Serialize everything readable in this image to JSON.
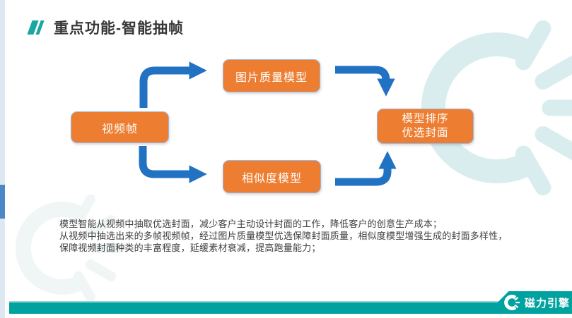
{
  "slide": {
    "title": "重点功能-智能抽帧",
    "flow": {
      "video_frame": "视频帧",
      "image_quality_model": "图片质量模型",
      "similarity_model": "相似度模型",
      "ranking_line1": "模型排序",
      "ranking_line2": "优选封面"
    },
    "body": {
      "line1": "模型智能从视频中抽取优选封面，减少客户主动设计封面的工作，降低客户的创意生产成本；",
      "line2": "从视频中抽选出来的多帧视频帧，经过图片质量模型优选保障封面质量，相似度模型增强生成的封面多样性，",
      "line3": "保障视频封面种类的丰富程度，延缓素材衰减，提高跑量能力；"
    },
    "footer": {
      "brand": "磁力引擎"
    },
    "colors": {
      "accent_teal": "#00A2A0",
      "title_icon_teal": "#1BA6A4",
      "node_orange": "#ED7D31",
      "node_border": "#9FB6D9",
      "arrow_blue": "#2272C4",
      "watermark_teal_right": "#D9EDEF",
      "watermark_teal_left": "#F0F6F6",
      "footer_light_line": "#97D6D4",
      "scrollbar_track": "#DEE8F2",
      "scrollbar_thumb": "#4E87C8",
      "text_dark": "#3D3D3D"
    }
  }
}
